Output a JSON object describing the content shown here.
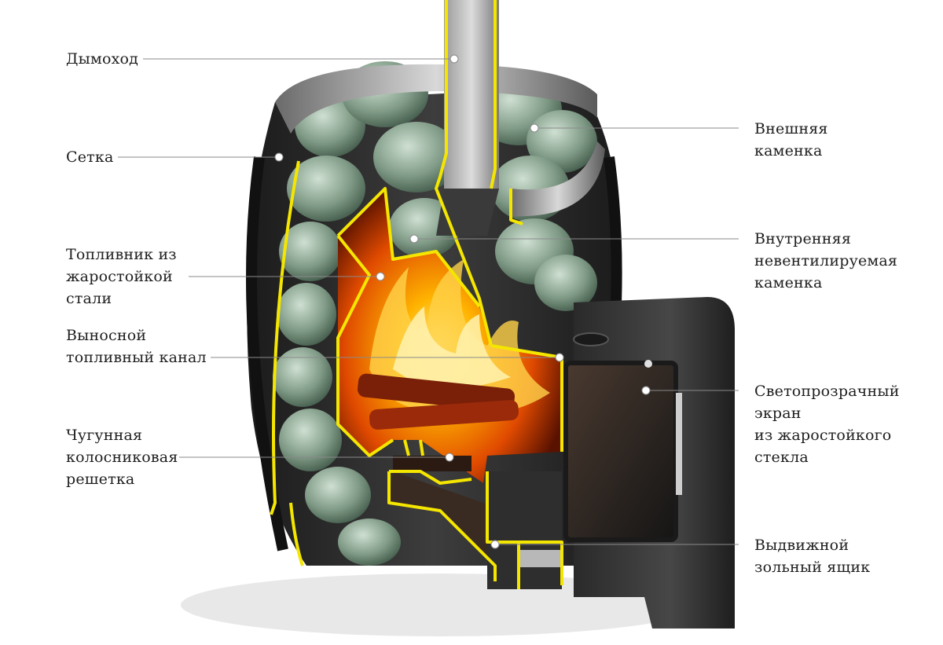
{
  "labels": {
    "chimney": [
      "Дымоход"
    ],
    "mesh": [
      "Сетка"
    ],
    "firebox": [
      "Топливник из",
      "жаростойкой",
      "стали"
    ],
    "fuel_channel": [
      "Выносной",
      "топливный канал"
    ],
    "grate": [
      "Чугунная",
      "колосниковая",
      "решетка"
    ],
    "outer_stones": [
      "Внешняя",
      "каменка"
    ],
    "inner_stones": [
      "Внутренняя",
      "невентилируемая",
      "каменка"
    ],
    "glass_screen": [
      "Светопрозрачный",
      "экран",
      "из жаростойкого",
      "стекла"
    ],
    "ash_drawer": [
      "Выдвижной",
      "зольный ящик"
    ]
  },
  "colors": {
    "outline": "#f5e600",
    "leader": "#8a8a8a",
    "stone": "#7f9a86",
    "metal": "#2b2b2b",
    "fire": "#ff7a00"
  }
}
